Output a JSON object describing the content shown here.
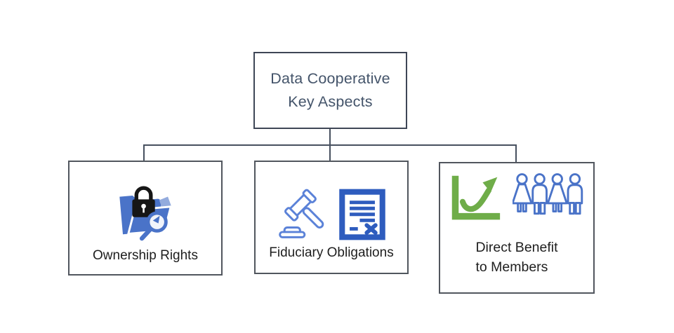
{
  "root_box": {
    "line1": "Data Cooperative",
    "line2": "Key Aspects"
  },
  "child_boxes": [
    {
      "label": "Ownership Rights",
      "icon": "folder-lock-search-icon"
    },
    {
      "label": "Fiduciary Obligations",
      "icons": [
        "gavel-icon",
        "contract-document-icon"
      ]
    },
    {
      "label_line1": "Direct Benefit",
      "label_line2": "to Members",
      "icons": [
        "growth-chart-arrow-icon",
        "members-people-icon"
      ]
    }
  ],
  "colors": {
    "root_border": "#3e4656",
    "child_border": "#51565e",
    "connector": "#47505f",
    "root_text": "#44546a",
    "child_text": "#1e1e1e",
    "icon_blue": "#4a73c8",
    "icon_blue_light": "#93abdd",
    "icon_blue_mid": "#5b82d8",
    "icon_blue_dark": "#2e5cbe",
    "icon_green": "#6fad49",
    "icon_black": "#161616"
  }
}
